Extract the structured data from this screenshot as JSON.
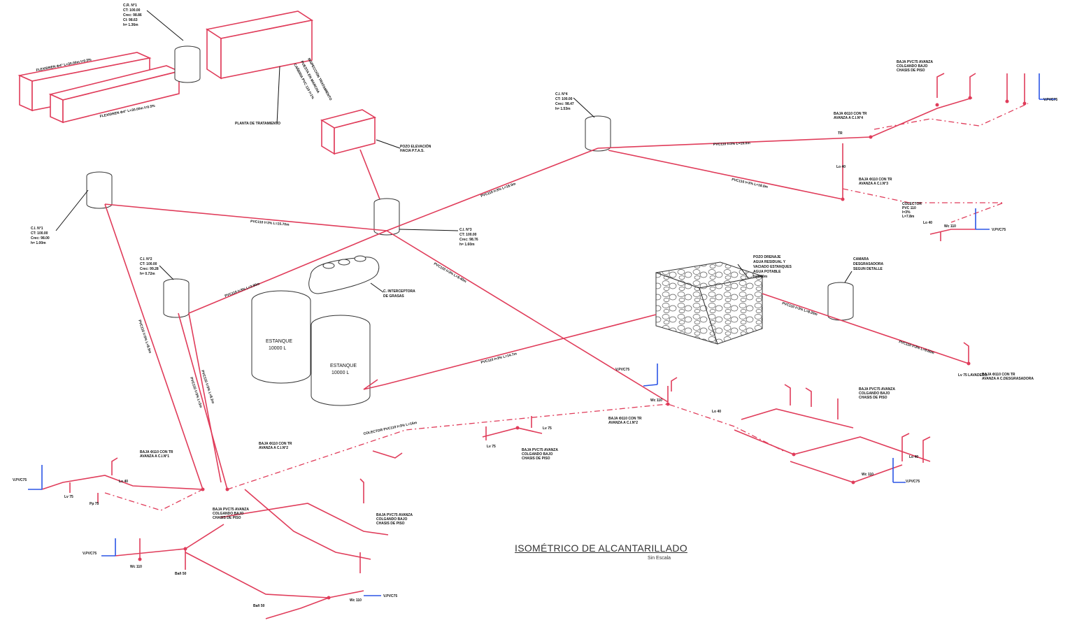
{
  "title": "ISOMÉTRICO DE ALCANTARILLADO",
  "subtitle": "Sin Escala",
  "colors": {
    "pipe": "#e03c5a",
    "ink": "#111111",
    "vent": "#2b55e6"
  },
  "notes": {
    "cr1": [
      "C.R. N°1",
      "CT: 100.00",
      "Crec: 98.86",
      "CI: 98.63",
      "h= 1.36m"
    ],
    "drain1": "FLEXIDREN Φ4\" L=30.00m I=0.5%",
    "drain2": "FLEXIDREN Φ4\" L=30.00m I=0.5%",
    "plant": "PLANTA DE TRATAMIENTO",
    "plant_note": [
      "CAÑERIA PVC 110 I=1%",
      "PUESTA EN MARCHA",
      "INSPECCIÓN TRATAMIENTO"
    ],
    "pozo_elev": [
      "POZO ELEVACIÓN",
      "HACIA P.T.A.S."
    ],
    "ci1": [
      "C.I. N°1",
      "CT: 100.00",
      "Crec: 98.00",
      "h= 1.00m"
    ],
    "ci2": [
      "C.I. N°2",
      "CT: 100.00",
      "Crec: 99.28",
      "h= 0.72m"
    ],
    "ci3": [
      "C.I. N°3",
      "CT: 100.00",
      "Crec: 98.76",
      "h= 1.60m"
    ],
    "ci4": [
      "C.I. N°4",
      "CT: 100.00",
      "Crec: 98.47",
      "h= 1.53m"
    ],
    "grease": [
      "C. INTERCEPTORA",
      "DE GRASAS"
    ],
    "tank1": [
      "ESTANQUE",
      "10000 L"
    ],
    "tank2": [
      "ESTANQUE",
      "10000 L"
    ],
    "drain_well": [
      "POZO DRENAJE",
      "AGUA RESIDUAL Y",
      "VACIADO ESTANQUES",
      "AGUA POTABLE",
      "h=2.00m"
    ],
    "camera": [
      "CAMARA",
      "DESGRASADORA",
      "SEGUN DETALLE"
    ],
    "pipe_labels": [
      "PVC110 I=3% L=15.70m",
      "PVC110 I=3% L=18.0m",
      "PVC110 I=3% L=19.0m",
      "PVC110 I=3% L=18.0m",
      "PVC110 I=3% L=3.90m",
      "PVC110 I=3% L=9.40m",
      "PVC110 I=3% L=14.7m",
      "PVC110 I=3% L=8.20m",
      "PVC110 I=3% L=9.60m",
      "PVC110 I=3% L=8.9m",
      "PVC110 I=3% L=8.2m",
      "PVC110 I=3% L=3m"
    ],
    "fixtures": {
      "vpvc75": "V.PVC75",
      "lo40": "Lo 40",
      "lv75": "Lv 75",
      "pp75": "Pp 75",
      "wc110": "Wc 110",
      "ba50": "Bañ 50",
      "tr": "TR",
      "lavadera": "Lv 75 LAVADERO"
    },
    "baja1": [
      "BAJA Φ110 CON TR",
      "AVANZA A C.I.N°1"
    ],
    "baja2": [
      "BAJA Φ110 CON TR",
      "AVANZA A C.I.N°2"
    ],
    "baja3": [
      "BAJA Φ110 CON TR",
      "AVANZA A C.I.N°3"
    ],
    "baja4": [
      "BAJA Φ110 CON TR",
      "AVANZA A C.I.N°4"
    ],
    "baja5": [
      "BAJA Φ110 CON TR",
      "AVANZA A C.DESGRASADORA"
    ],
    "colector_pvc": [
      "COLECTOR",
      "PVC 110",
      "I=3%",
      "L=7.8m"
    ],
    "colector_top": "COLECTOR PVC110 I=3% L=16m",
    "baja_pvc75": [
      "BAJA PVC75 AVANZA",
      "COLGANDO BAJO",
      "CHASIS DE PISO"
    ]
  }
}
